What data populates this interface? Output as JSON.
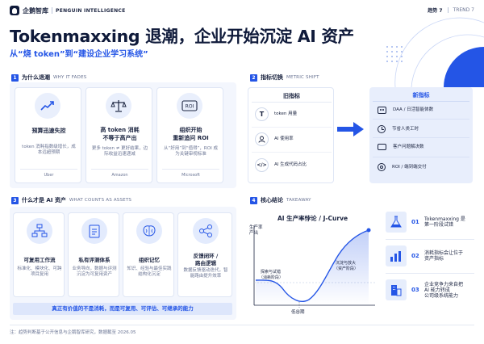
{
  "header": {
    "logo_cn": "企鹅智库",
    "logo_en": "PENGUIN INTELLIGENCE",
    "trend_cn": "趋势 7",
    "trend_en": "TREND 7"
  },
  "title": "Tokenmaxxing 退潮，企业开始沉淀 AI 资产",
  "subtitle": "从“烧 token”到“建设企业学习系统”",
  "section1": {
    "num": "1",
    "title": "为什么退潮",
    "en": "WHY IT FADES",
    "cards": [
      {
        "icon": "trend-up-icon",
        "title": "预算迅速失控",
        "desc": "token 消耗指数级增长，成本远超预期",
        "tag": "Uber"
      },
      {
        "icon": "scale-icon",
        "title_line1": "高 token 消耗",
        "title_line2": "不等于高产出",
        "desc": "更多 token ≠ 更好结果，边际收益迅速递减",
        "tag": "Amazon"
      },
      {
        "icon": "roi-icon",
        "title_line1": "组织开始",
        "title_line2": "重新追问 ROI",
        "desc": "从“好用”到“值得”，ROI 成为关键审视标准",
        "tag": "Microsoft"
      }
    ]
  },
  "section2": {
    "num": "2",
    "title": "指标切换",
    "en": "METRIC SHIFT",
    "old_label": "旧指标",
    "new_label": "新指标",
    "old": [
      {
        "icon": "T",
        "label": "token 用量"
      },
      {
        "icon": "user",
        "label": "AI 使用率"
      },
      {
        "icon": "code",
        "label": "AI 生成代码占比"
      }
    ],
    "new": [
      {
        "icon": "robot",
        "label": "DAA / 日活智能体数"
      },
      {
        "icon": "clock",
        "label": "节省人类工时"
      },
      {
        "icon": "chat",
        "label": "客户问题解决数"
      },
      {
        "icon": "target",
        "label": "ROI / 端到端交付"
      }
    ]
  },
  "section3": {
    "num": "3",
    "title": "什么才是 AI 资产",
    "en": "WHAT COUNTS AS ASSETS",
    "cards": [
      {
        "icon": "flow-icon",
        "title": "可复用工作流",
        "desc": "标准化、模块化、可跨项目复用"
      },
      {
        "icon": "eval-icon",
        "title": "私有评测体系",
        "desc": "业务导向，数据与评测沉淀为可复用资产"
      },
      {
        "icon": "brain-icon",
        "title": "组织记忆",
        "desc": "知识、经验与最佳实践结构化沉淀"
      },
      {
        "icon": "loop-icon",
        "title_line1": "反馈闭环 /",
        "title_line2": "路由逻辑",
        "desc": "数据反馈驱动迭代，智能路由提升效率"
      }
    ],
    "banner": "真正有价值的不是消耗，而是可复用、可评估、可继承的能力"
  },
  "section4": {
    "num": "4",
    "title": "核心结论",
    "en": "TAKEAWAY",
    "chart_title": "AI 生产率悖论 / J-Curve",
    "ylabel_line1": "生产率",
    "ylabel_line2": "产出",
    "ann_explore_1": "探索与试错",
    "ann_explore_2": "（消耗阶段）",
    "ann_low": "低谷期",
    "ann_deposit_1": "沉淀与放大",
    "ann_deposit_2": "（资产阶段）",
    "points": [
      {
        "num": "01",
        "line1": "Tokenmaxxing 是",
        "line2": "第一阶段试错"
      },
      {
        "num": "02",
        "line1": "消耗指标会让位于",
        "line2": "资产指标"
      },
      {
        "num": "03",
        "line1": "企业竞争力来自把",
        "line2": "AI 能力转成",
        "line3": "公司级系统能力"
      }
    ]
  },
  "footer": "注：趋势判断基于公开信息与企鹅智库研究，数据截至 2026.05",
  "colors": {
    "accent": "#2455e6",
    "dark": "#0f1a3a",
    "panel": "#f3f6fd"
  }
}
